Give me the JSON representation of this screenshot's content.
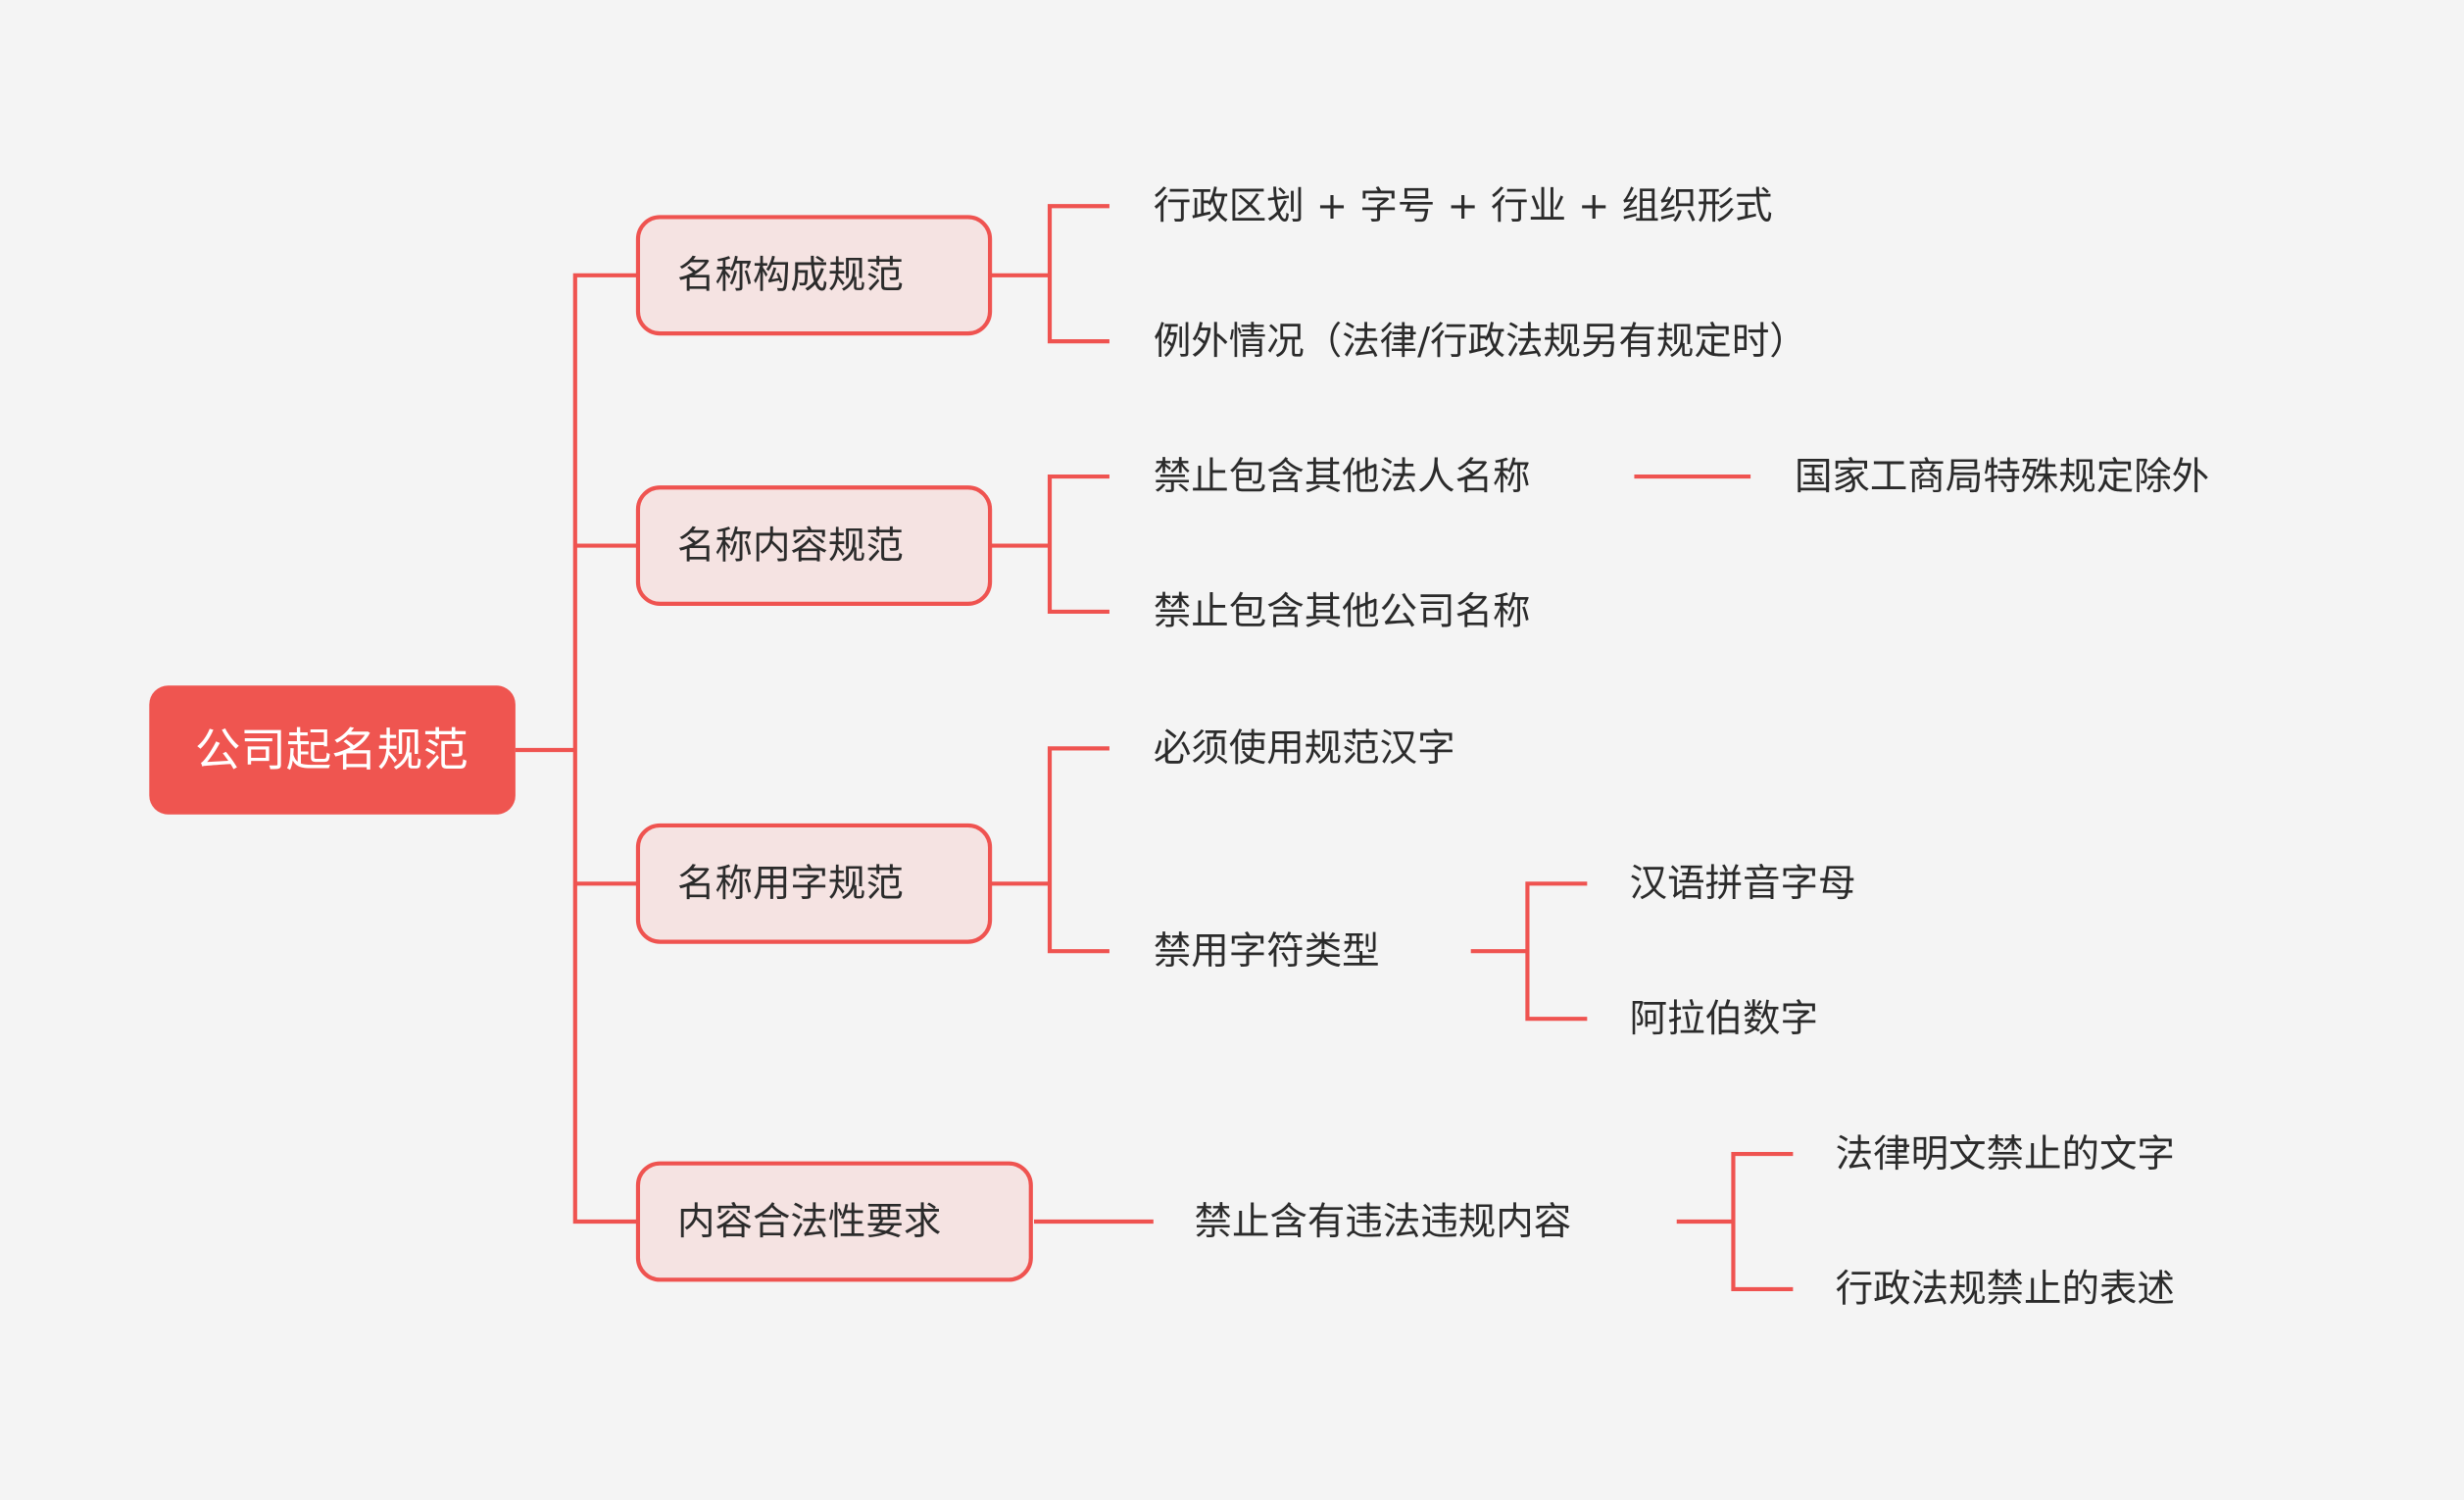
{
  "colors": {
    "background": "#f4f4f4",
    "accent": "#ef5350",
    "root_fill": "#ef5550",
    "branch_fill": "#f5e3e2",
    "text": "#2b2b2b"
  },
  "mindmap": {
    "root": {
      "label": "公司起名规范"
    },
    "branches": [
      {
        "label": "名称构成规范",
        "children": [
          {
            "label": "行政区划 + 字号 + 行业 + 组织形式"
          },
          {
            "label": "例外情况（法律/行政法规另有规定时）"
          }
        ]
      },
      {
        "label": "名称内容规范",
        "children": [
          {
            "label": "禁止包含其他法人名称",
            "children": [
              {
                "label": "国家工商局特殊规定除外"
              }
            ]
          },
          {
            "label": "禁止包含其他公司名称"
          }
        ]
      },
      {
        "label": "名称用字规范",
        "children": [
          {
            "label": "必须使用规范汉字"
          },
          {
            "label": "禁用字符类型",
            "children": [
              {
                "label": "汉语拼音字母"
              },
              {
                "label": "阿拉伯数字"
              }
            ]
          }
        ]
      },
      {
        "label": "内容合法性要求",
        "children": [
          {
            "label": "禁止含有违法违规内容",
            "children": [
              {
                "label": "法律明文禁止的文字"
              },
              {
                "label": "行政法规禁止的表述"
              }
            ]
          }
        ]
      }
    ]
  }
}
